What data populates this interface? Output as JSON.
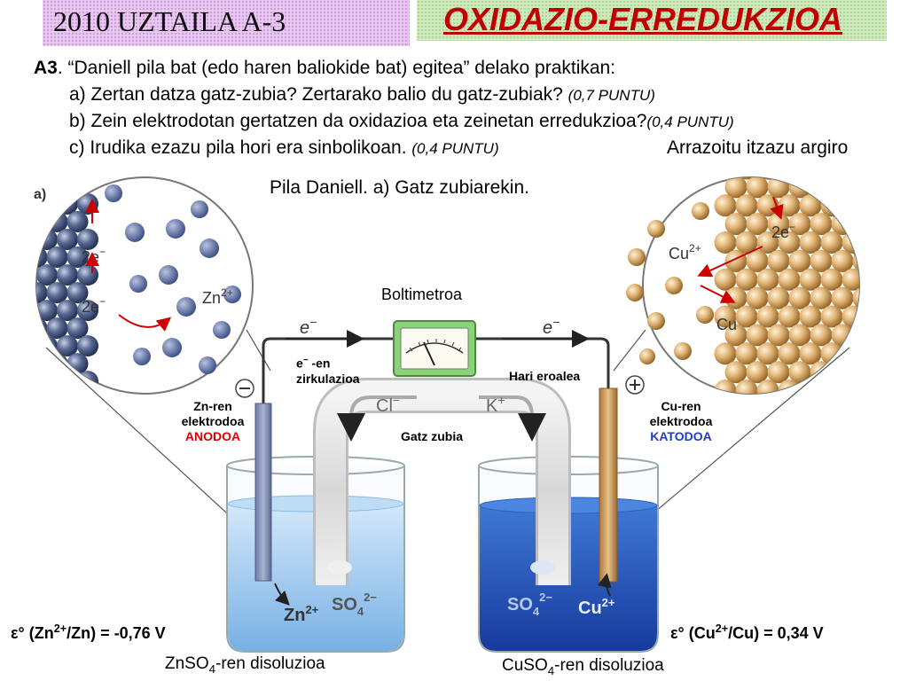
{
  "header": {
    "exam": "2010  UZTAILA A-3",
    "topic": "OXIDAZIO-ERREDUKZIOA"
  },
  "question": {
    "id": "A3",
    "intro": ". “Daniell pila bat (edo haren baliokide bat) egitea” delako praktikan:",
    "a_text": "a) Zertan datza gatz-zubia? Zertarako balio du gatz-zubiak?",
    "a_points": "(0,7 PUNTU)",
    "b_text": "b) Zein elektrodotan gertatzen da oxidazioa eta zeinetan erredukzioa?",
    "b_points": "(0,4 PUNTU)",
    "c_text": "c) Irudika ezazu pila hori era sinbolikoan.",
    "c_points": "(0,4 PUNTU)",
    "reason": "Arrazoitu itzazu argiro"
  },
  "figure": {
    "caption": "Pila Daniell. a) Gatz zubiarekin.",
    "panel_letter": "a)",
    "voltmeter": "Boltimetroa",
    "electron": "e",
    "circulation_1": "-en",
    "circulation_2": "zirkulazioa",
    "wire": "Hari eroalea",
    "salt_bridge": "Gatz zubia",
    "chloride": "Cl",
    "potassium": "K",
    "sulfate": "SO",
    "zn_ion": "Zn",
    "cu_ion": "Cu",
    "cu_atom": "Cu",
    "two_e": "2e",
    "minus_sign": "−",
    "plus_sign": "+",
    "zn_electrode": {
      "line1": "Zn-ren",
      "line2": "elektrodoa",
      "role": "ANODOA"
    },
    "cu_electrode": {
      "line1": "Cu-ren",
      "line2": "elektrodoa",
      "role": "KATODOA"
    }
  },
  "potentials": {
    "zn": {
      "prefix": "ε° (Zn",
      "charge": "2+",
      "suffix": "/Zn) = -0,76 V"
    },
    "cu": {
      "prefix": "ε° (Cu",
      "charge": "2+",
      "suffix": "/Cu) = 0,34 V"
    }
  },
  "solutions": {
    "zn": {
      "formula": "ZnSO",
      "sub": "4",
      "text": "-ren disoluzioa"
    },
    "cu": {
      "formula": "CuSO",
      "sub": "4",
      "text": "-ren disoluzioa"
    }
  },
  "colors": {
    "title_red": "#c00000",
    "anode_red": "#e00000",
    "cathode_blue": "#1f3fbf"
  }
}
